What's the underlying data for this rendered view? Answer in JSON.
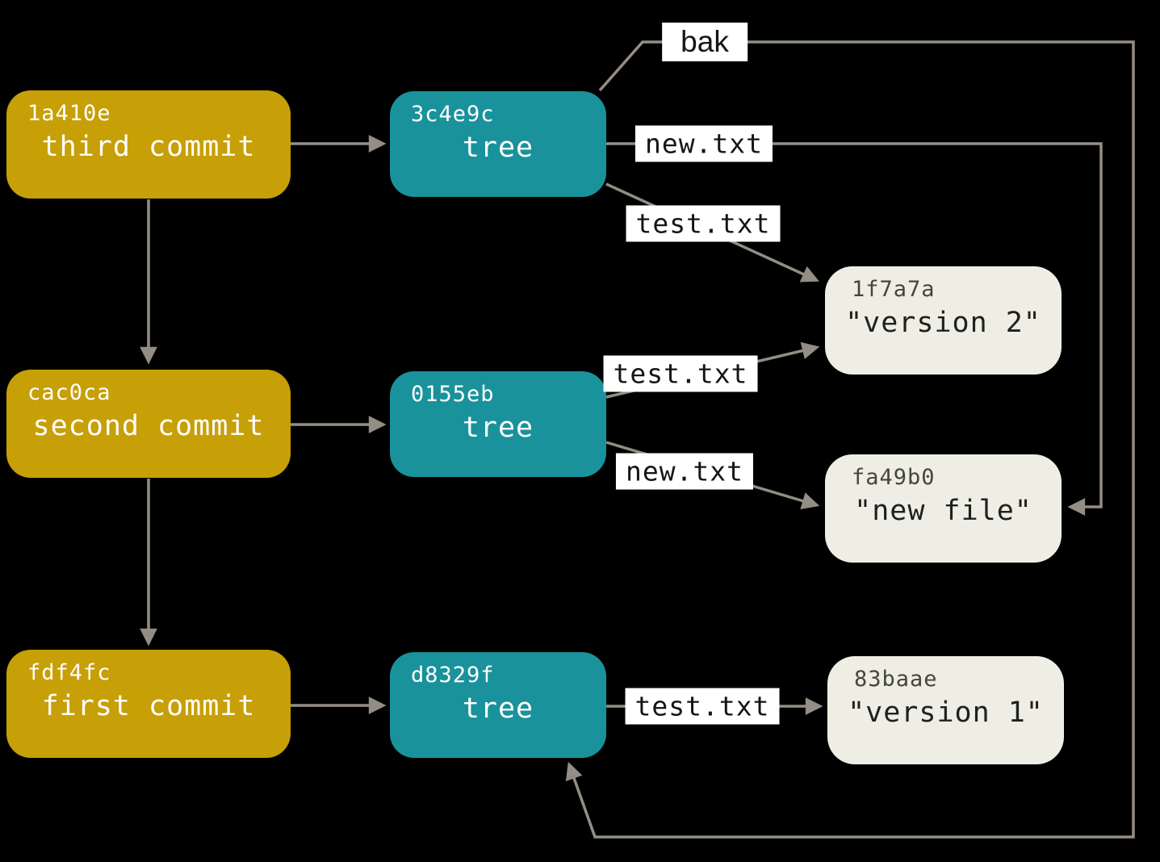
{
  "diagram": {
    "title": "git-object-model",
    "colors": {
      "background": "#000000",
      "commit_fill": "#C79F07",
      "tree_fill": "#19929B",
      "blob_fill": "#EFEEE5",
      "edge_stroke": "#948D85",
      "label_bg": "#FFFFFF",
      "label_text": "#151515",
      "node_text": "#FFFFFF"
    },
    "commits": [
      {
        "hash": "1a410e",
        "label": "third commit"
      },
      {
        "hash": "cac0ca",
        "label": "second commit"
      },
      {
        "hash": "fdf4fc",
        "label": "first commit"
      }
    ],
    "trees": [
      {
        "hash": "3c4e9c",
        "label": "tree"
      },
      {
        "hash": "0155eb",
        "label": "tree"
      },
      {
        "hash": "d8329f",
        "label": "tree"
      }
    ],
    "blobs": [
      {
        "hash": "1f7a7a",
        "label": "\"version 2\""
      },
      {
        "hash": "fa49b0",
        "label": "\"new file\""
      },
      {
        "hash": "83baae",
        "label": "\"version 1\""
      }
    ],
    "edge_labels": [
      {
        "text": "bak"
      },
      {
        "text": "new.txt"
      },
      {
        "text": "test.txt"
      },
      {
        "text": "test.txt"
      },
      {
        "text": "new.txt"
      },
      {
        "text": "test.txt"
      }
    ]
  }
}
